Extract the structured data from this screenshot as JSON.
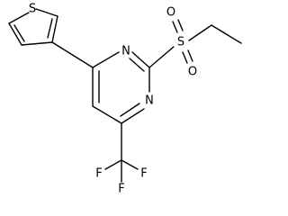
{
  "molecule": {
    "atom_labels": {
      "thiophene_sulfur": "S",
      "sulfonyl_sulfur": "S",
      "sulfonyl_oxygen_1": "O",
      "sulfonyl_oxygen_2": "O",
      "pyrimidine_n1": "N",
      "pyrimidine_n3": "N",
      "fluorine_1": "F",
      "fluorine_2": "F",
      "fluorine_3": "F"
    },
    "colors": {
      "bond": "#000000",
      "label": "#000000",
      "background": "#ffffff"
    }
  }
}
